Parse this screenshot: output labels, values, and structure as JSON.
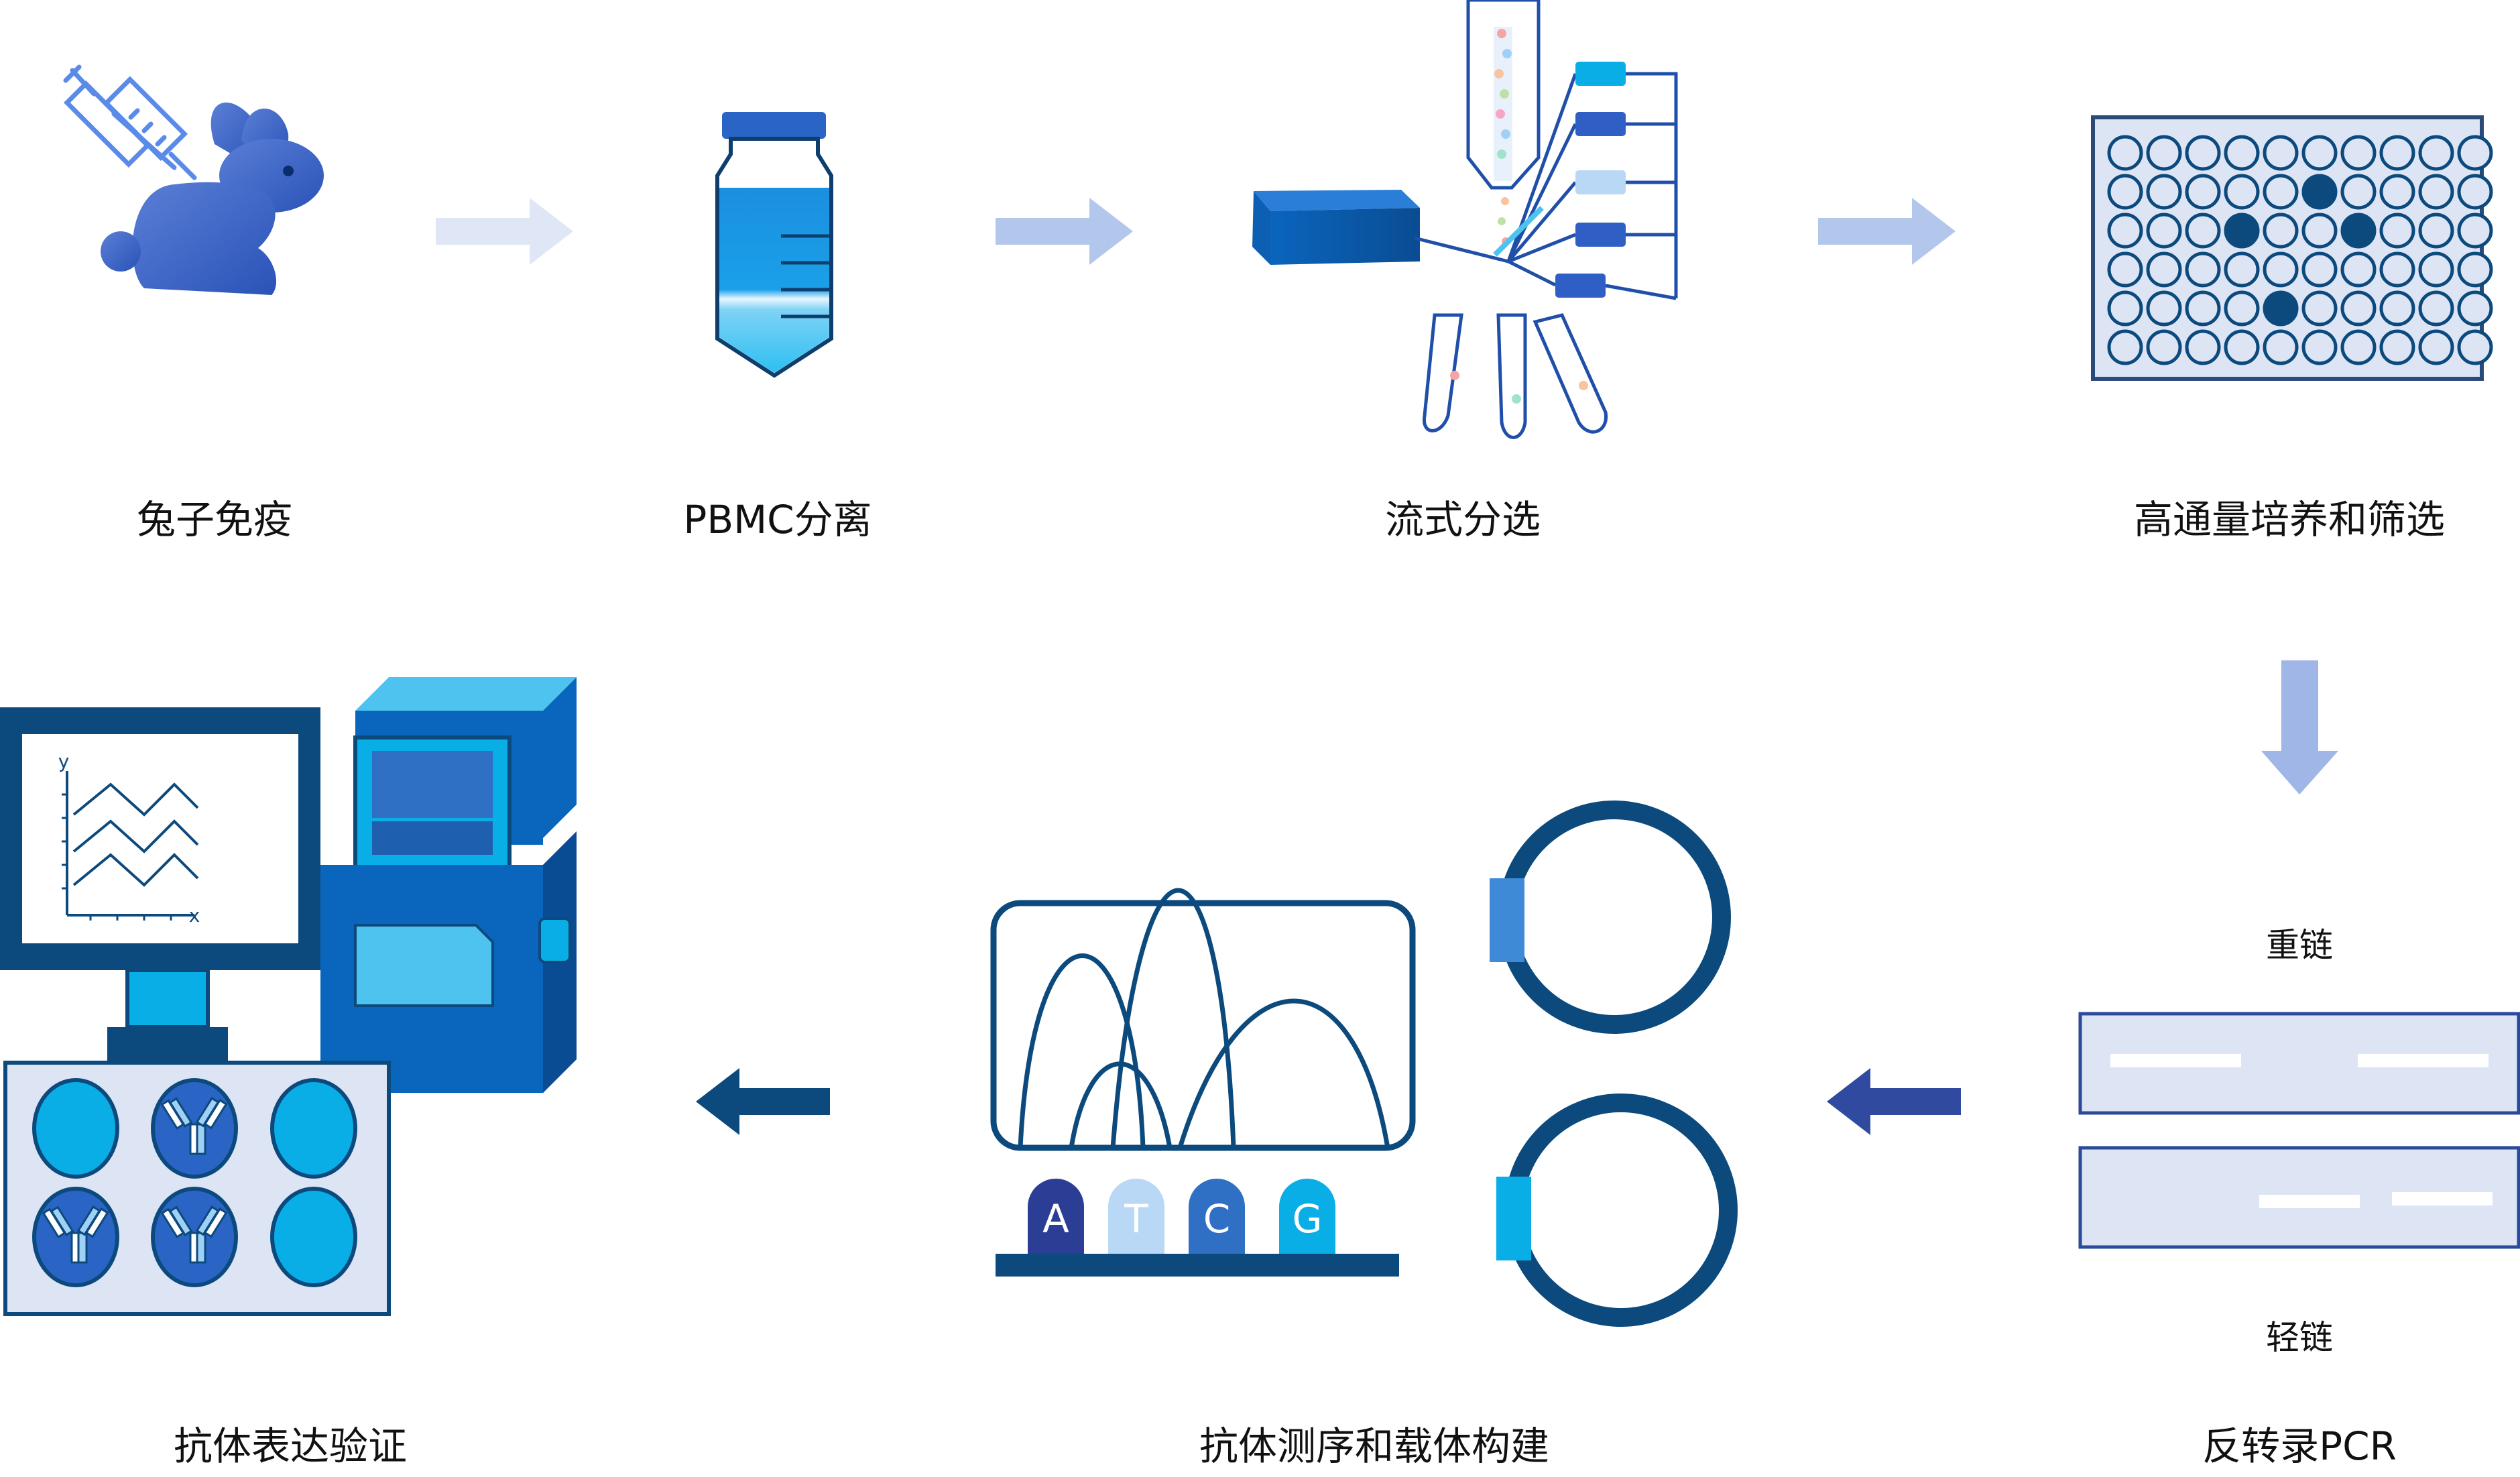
{
  "colors": {
    "primary_dark": "#0a4a7e",
    "primary": "#1f5fb0",
    "cyan": "#0aaee6",
    "light_blue": "#4ec3f0",
    "pale_blue": "#dde5f5",
    "arrow_pale": "#dfe7f7",
    "arrow_mid": "#b3c6ec",
    "arrow_dark": "#0c4a7d",
    "arrow_indigo": "#2f4a9f",
    "grey_line": "#3a5a9a"
  },
  "steps": {
    "rabbit": "兔子免疫",
    "pbmc": "PBMC分离",
    "flow": "流式分选",
    "culture": "高通量培养和筛选",
    "rtpcr": "反转录PCR",
    "seq": "抗体测序和载体构建",
    "validate": "抗体表达验证"
  },
  "gel": {
    "heavy": "重链",
    "light": "轻链"
  },
  "sequencing": {
    "bases": [
      "A",
      "T",
      "C",
      "G"
    ]
  },
  "plot": {
    "x_axis": "x",
    "y_axis": "y"
  },
  "icons": [
    "rabbit-icon",
    "syringe-icon",
    "tube-icon",
    "flow-cytometer-icon",
    "well-plate-icon",
    "gel-icon",
    "sequencer-icon",
    "plasmid-icon",
    "monitor-icon",
    "instrument-icon",
    "antibody-icon"
  ]
}
